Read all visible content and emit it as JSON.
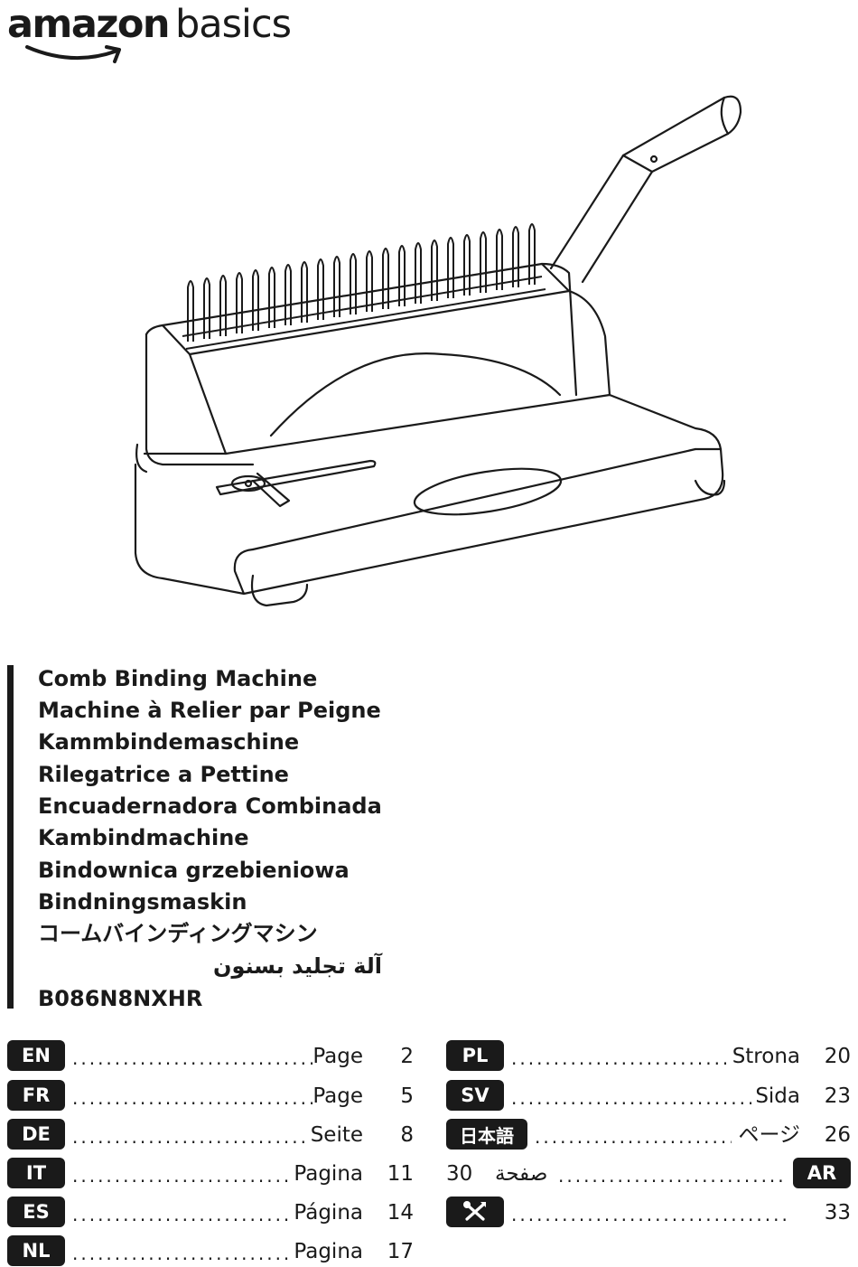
{
  "brand": {
    "name": "amazon",
    "sub": "basics"
  },
  "titles": [
    "Comb Binding Machine",
    "Machine à Relier par Peigne",
    "Kammbindemaschine",
    "Rilegatrice a Pettine",
    "Encuadernadora Combinada",
    "Kambindmachine",
    "Bindownica grzebieniowa",
    "Bindningsmaskin",
    "コームバインディングマシン",
    "آلة تجليد بسنون",
    "B086N8NXHR"
  ],
  "toc_left": [
    {
      "code": "EN",
      "label": "Page",
      "page": "2"
    },
    {
      "code": "FR",
      "label": "Page",
      "page": "5"
    },
    {
      "code": "DE",
      "label": "Seite",
      "page": "8"
    },
    {
      "code": "IT",
      "label": "Pagina",
      "page": "11"
    },
    {
      "code": "ES",
      "label": "Página",
      "page": "14"
    },
    {
      "code": "NL",
      "label": "Pagina",
      "page": "17"
    }
  ],
  "toc_right": [
    {
      "code": "PL",
      "label": "Strona",
      "page": "20"
    },
    {
      "code": "SV",
      "label": "Sida",
      "page": "23"
    },
    {
      "code": "日本語",
      "label": "ページ",
      "page": "26"
    },
    {
      "code": "AR",
      "label": "صفحة",
      "page": "30"
    },
    {
      "code": "",
      "icon": "tools-icon",
      "label": "",
      "page": "33"
    }
  ],
  "dot_leader": "............................................................",
  "colors": {
    "ink": "#1a1a1a",
    "paper": "#ffffff"
  }
}
